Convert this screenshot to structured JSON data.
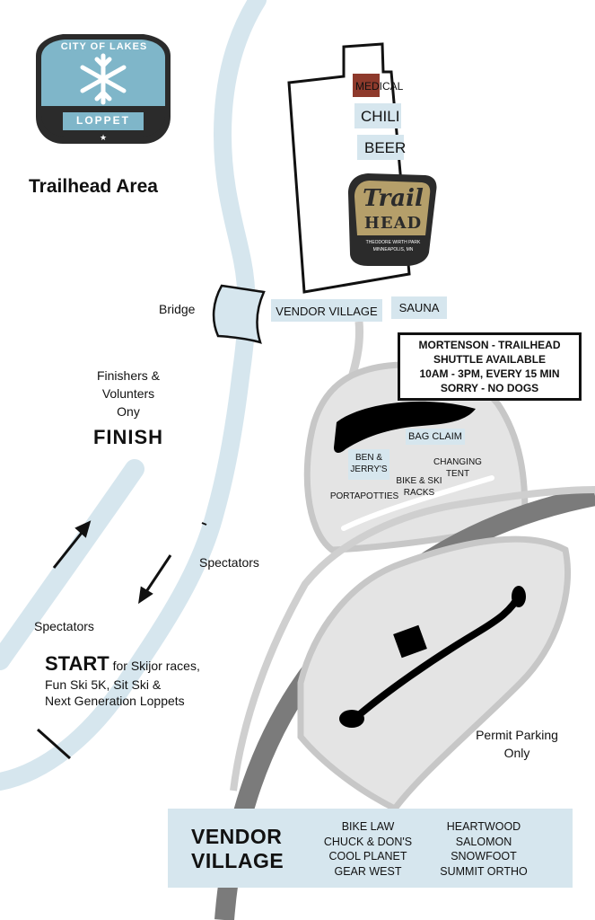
{
  "logo": {
    "arc_text": "CITY OF LAKES",
    "banner_text": "LOPPET",
    "star": "★"
  },
  "title": "Trailhead Area",
  "building": {
    "medical": "MEDICAL",
    "chili": "CHILI",
    "beer": "BEER",
    "trailhead_logo": {
      "line1": "Trail",
      "line2": "HEAD",
      "sub1": "THEODORE WIRTH PARK",
      "sub2": "MINNEAPOLIS, MN"
    }
  },
  "labels": {
    "bridge": "Bridge",
    "vendor_village_small": "VENDOR VILLAGE",
    "sauna": "SAUNA",
    "finishers": [
      "Finishers &",
      "Volunters",
      "Ony"
    ],
    "finish": "FINISH",
    "spectators_1": "Spectators",
    "spectators_2": "Spectators",
    "start_bold": "START",
    "start_rest": " for Skijor races,",
    "start_lines": [
      "Fun Ski 5K, Sit Ski &",
      "Next Generation Loppets"
    ],
    "bag_claim": "BAG CLAIM",
    "ben_jerrys": [
      "BEN &",
      "JERRY'S"
    ],
    "changing_tent": [
      "CHANGING",
      "TENT"
    ],
    "bike_ski_racks": [
      "BIKE & SKI",
      "RACKS"
    ],
    "portapotties": "PORTAPOTTIES",
    "permit_parking": [
      "Permit Parking",
      "Only"
    ]
  },
  "shuttle_box": [
    "MORTENSON - TRAILHEAD",
    "SHUTTLE AVAILABLE",
    "10AM - 3PM, EVERY 15 MIN",
    "SORRY - NO DOGS"
  ],
  "vendor_village": {
    "title_lines": [
      "VENDOR",
      "VILLAGE"
    ],
    "col1": [
      "BIKE LAW",
      "CHUCK & DON'S",
      "COOL PLANET",
      "GEAR WEST"
    ],
    "col2": [
      "HEARTWOOD",
      "SALOMON",
      "SNOWFOOT",
      "SUMMIT ORTHO"
    ]
  },
  "colors": {
    "trail": "#d6e6ee",
    "road": "#7b7b7b",
    "lot": "#e4e4e4",
    "lot_outline": "#c7c7c7",
    "medical": "#8e3a2c",
    "logo_teal": "#7fb6c9",
    "logo_dark": "#2b2b2b",
    "trailhead_gold": "#b59f6a"
  }
}
